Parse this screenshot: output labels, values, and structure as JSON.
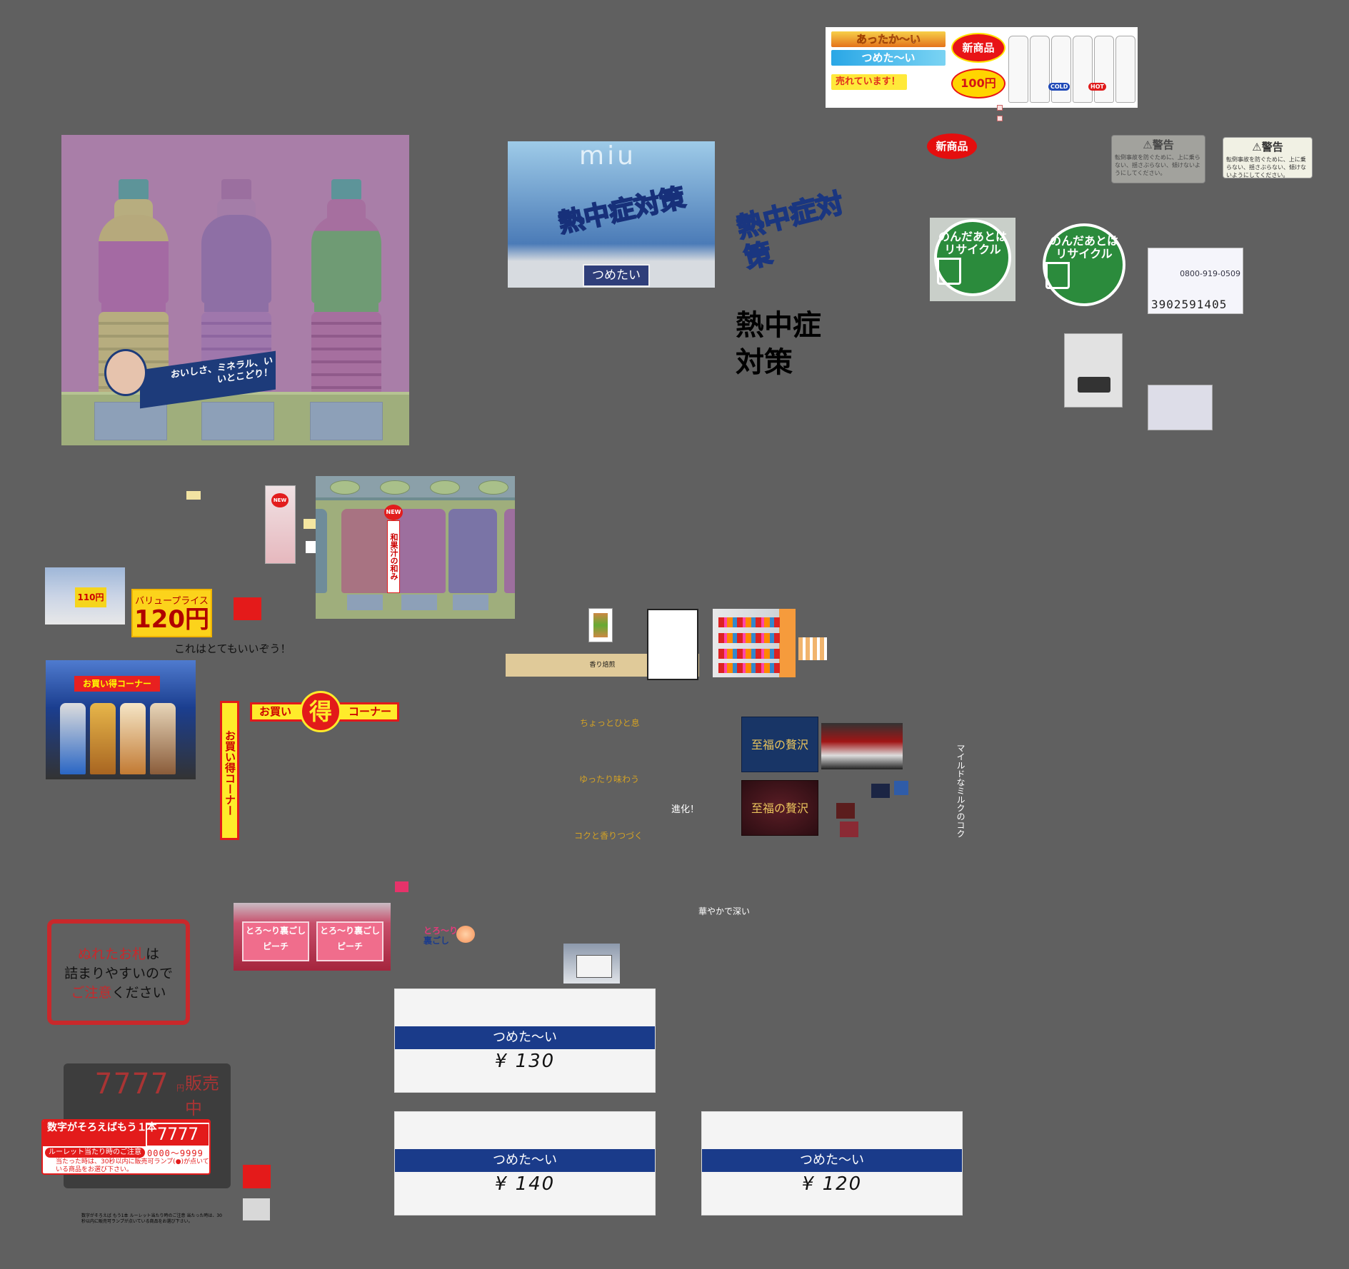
{
  "banner": {
    "hot_label": "あったか〜い",
    "cold_label": "つめた〜い",
    "selling_label": "売れています！",
    "new_badge": "新商品",
    "price_badge": "100円",
    "cold_tag": "COLD",
    "hot_tag": "HOT"
  },
  "purple_scene": {
    "sign_text": "おいしさ、ミネラル、いいとこどり！"
  },
  "heatstroke": {
    "photo_brand": "miu",
    "photo_text": "熱中症対策",
    "photo_cold_label": "つめたい",
    "logo_text": "熱中症対策",
    "plain_line1": "熱中症",
    "plain_line2": "対策"
  },
  "stickers": {
    "new_badge": "新商品",
    "warning_title": "⚠警告",
    "warning_body_1": "転倒事故を防ぐために、上に乗らない、揺さぶらない、傾けないようにしてください。",
    "warning_body_2": "転倒事故を防ぐために、上に乗らない、揺さぶらない、傾けないようにしてください。",
    "recycle_text": "のんだあとはリサイクル",
    "info_phone": "0800-919-0509",
    "info_serial": "3902591405"
  },
  "middle": {
    "new_tag": "NEW",
    "can_vertical_text": "和果汁の和み",
    "value_price_label": "バリュープライス",
    "value_price_amount": "120円",
    "value_photo_price": "110円",
    "good_text": "これはとてもいいぞう！"
  },
  "otoku": {
    "vertical_text": "お買い得コーナー",
    "horiz_left": "お買い",
    "horiz_center": "得",
    "horiz_right": "コーナー",
    "photo_header": "お買い得コーナー"
  },
  "coffee": {
    "roast_label": "香り焙煎",
    "rest_text": "ちょっとひと息",
    "relax_text": "ゆったり味わう",
    "kok_text": "コクと香りつづく",
    "evolution_text": "進化！",
    "shifuku_blue": "至福の贅沢",
    "shifuku_red": "至福の贅沢",
    "hanaya_text": "華やかで深い",
    "mild_text": "マイルドなミルクのコク"
  },
  "peach": {
    "pack_label": "とろ〜り裏ごしピーチ",
    "logo_line1": "とろ〜り",
    "logo_line2": "裏ごし"
  },
  "wet_notice": {
    "red1": "ぬれたお札",
    "black1": "は",
    "line2": "詰まりやすいので",
    "red2": "ご注意",
    "black2": "ください"
  },
  "roulette": {
    "digits": "7777",
    "yen": "円",
    "selling": "販売中",
    "card_title": "数字がそろえばもう１本",
    "card_digits": "7777",
    "card_range": "0000～9999",
    "card_chip": "ルーレット当たり時のご注意",
    "card_note": "当たった時は、30秒以内に販売可ランプ(●)が点いている商品をお選び下さい。",
    "small_text": "数字がそろえば もう1本 ルーレット当たり時のご注意 当たった時は、30秒以内に販売可ランプが点いている商品をお選び下さい。"
  },
  "price_cards": [
    {
      "label": "つめた〜い",
      "price": "¥  130"
    },
    {
      "label": "つめた〜い",
      "price": "¥  140"
    },
    {
      "label": "つめた〜い",
      "price": "¥  120"
    }
  ],
  "colors": {
    "background": "#606060",
    "brand_red": "#e41a1a",
    "brand_navy": "#1a3b8a",
    "otoku_yellow": "#ffeb2a"
  }
}
